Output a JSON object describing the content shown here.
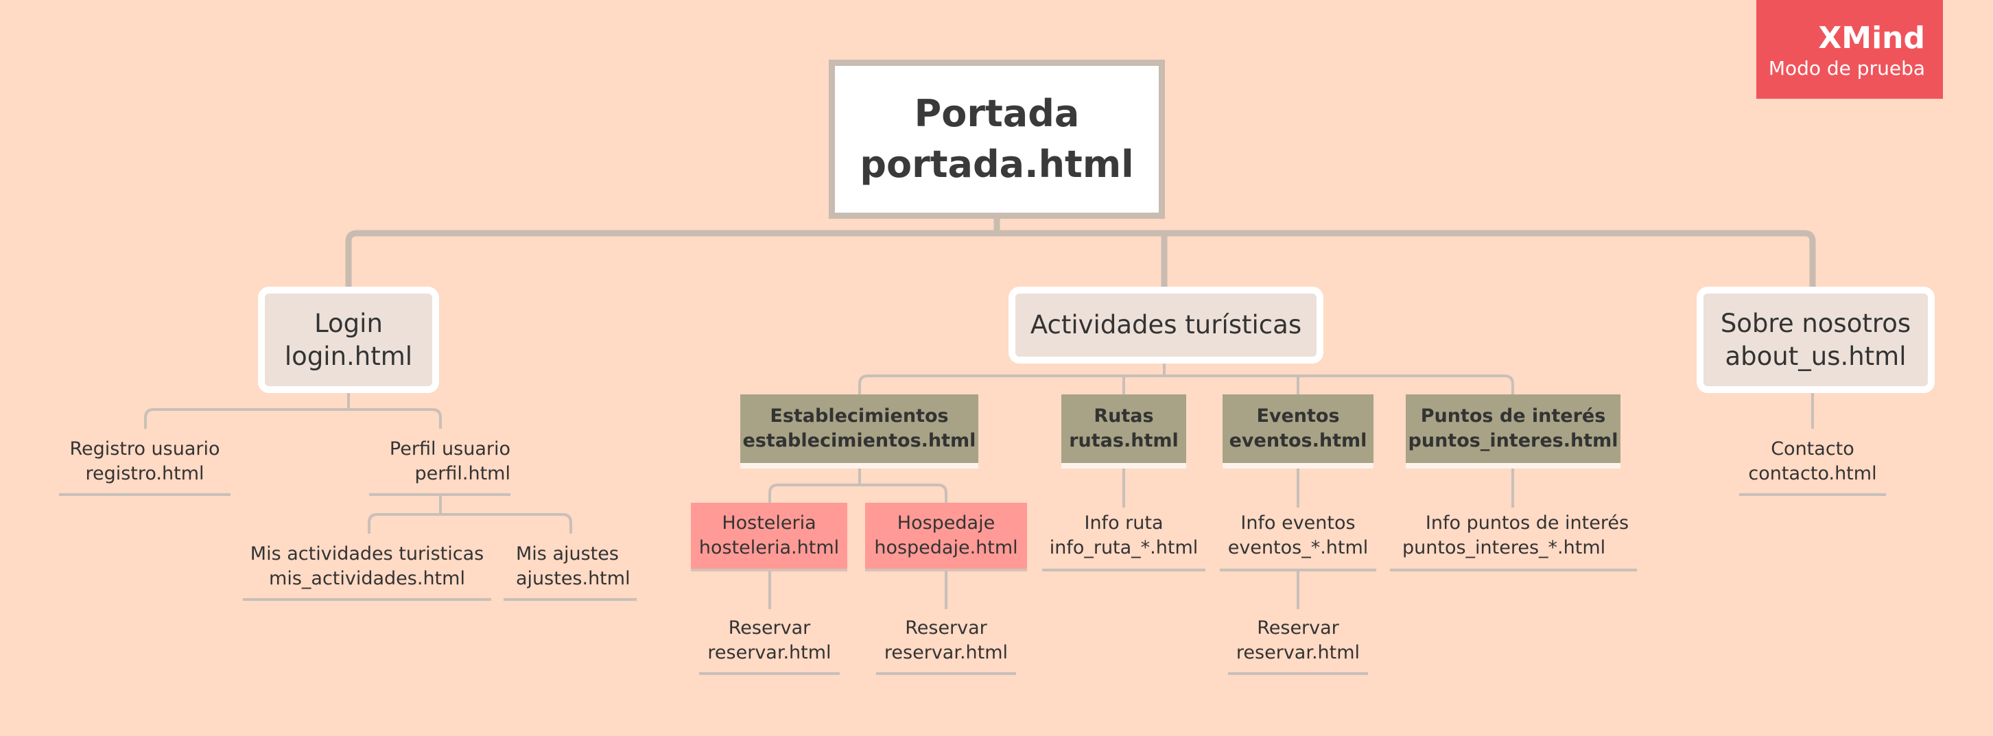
{
  "watermark": {
    "brand": "XMind",
    "subtitle": "Modo de prueba"
  },
  "root": {
    "line1": "Portada",
    "line2": "portada.html"
  },
  "login": {
    "line1": "Login",
    "line2": "login.html",
    "registro": {
      "line1": "Registro usuario",
      "line2": "registro.html"
    },
    "perfil": {
      "line1": "Perfil usuario",
      "line2": "perfil.html",
      "mis_actividades": {
        "line1": "Mis actividades turisticas",
        "line2": "mis_actividades.html"
      },
      "mis_ajustes": {
        "line1": "Mis ajustes",
        "line2": "ajustes.html"
      }
    }
  },
  "actividades": {
    "label": "Actividades turísticas",
    "establecimientos": {
      "line1": "Establecimientos",
      "line2": "establecimientos.html",
      "hosteleria": {
        "line1": "Hosteleria",
        "line2": "hosteleria.html",
        "reservar": {
          "line1": "Reservar",
          "line2": "reservar.html"
        }
      },
      "hospedaje": {
        "line1": "Hospedaje",
        "line2": "hospedaje.html",
        "reservar": {
          "line1": "Reservar",
          "line2": "reservar.html"
        }
      }
    },
    "rutas": {
      "line1": "Rutas",
      "line2": "rutas.html",
      "info": {
        "line1": "Info ruta",
        "line2": "info_ruta_*.html"
      }
    },
    "eventos": {
      "line1": "Eventos",
      "line2": "eventos.html",
      "info": {
        "line1": "Info eventos",
        "line2": "eventos_*.html",
        "reservar": {
          "line1": "Reservar",
          "line2": "reservar.html"
        }
      }
    },
    "puntos": {
      "line1": "Puntos de interés",
      "line2": "puntos_interes.html",
      "info": {
        "line1": "Info puntos de interés",
        "line2": "puntos_interes_*.html"
      }
    }
  },
  "sobre": {
    "line1": "Sobre nosotros",
    "line2": "about_us.html",
    "contacto": {
      "line1": "Contacto",
      "line2": "contacto.html"
    }
  }
}
